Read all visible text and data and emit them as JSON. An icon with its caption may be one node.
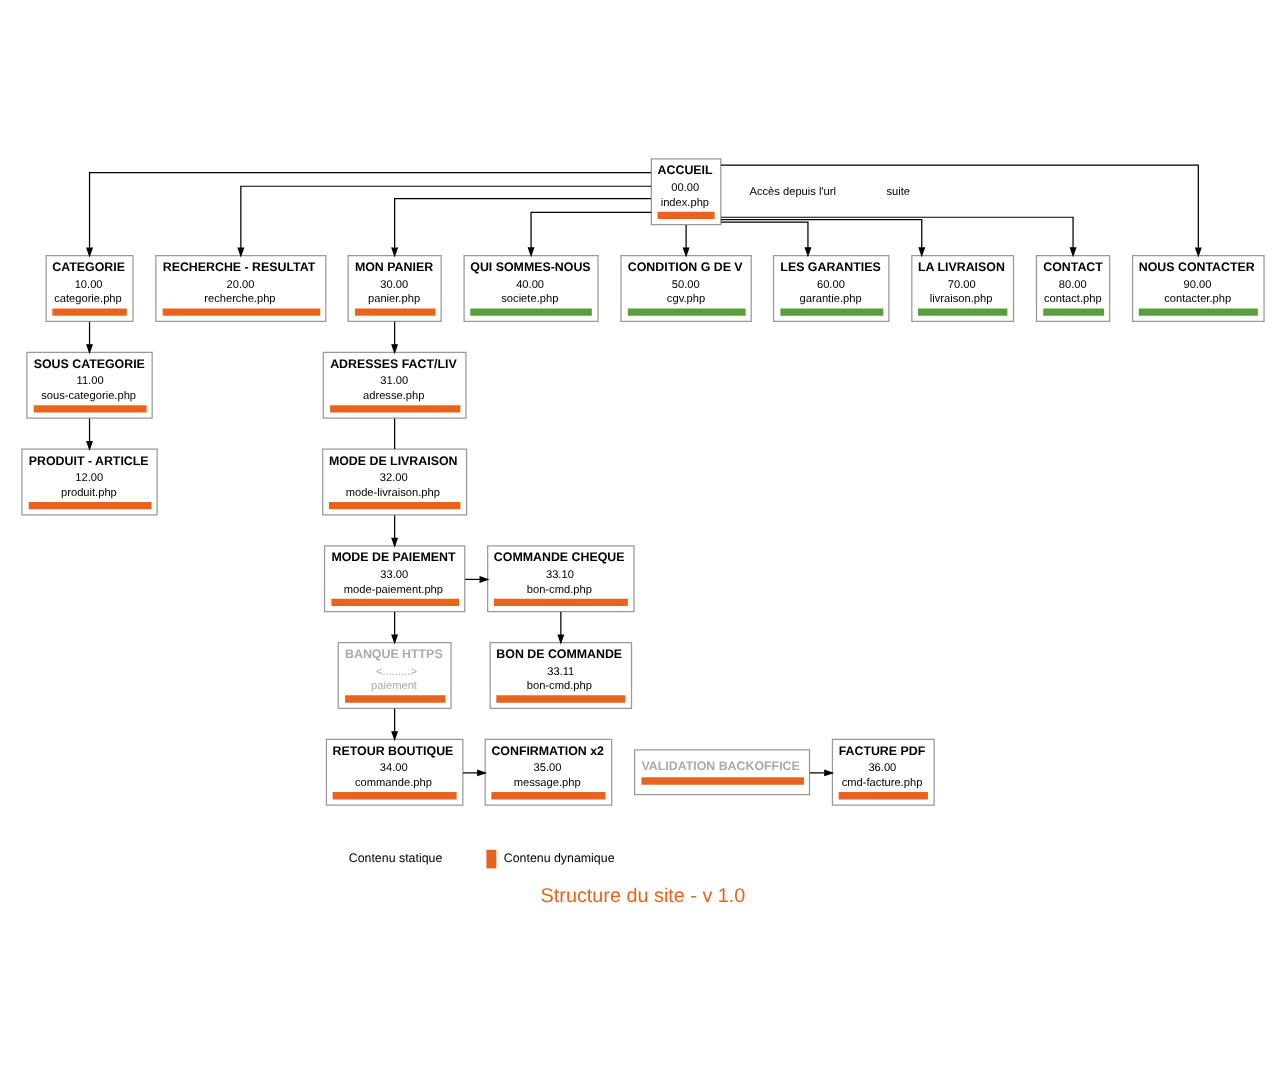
{
  "diagram": {
    "title": "Structure du site - v 1.0",
    "nodes": [
      {
        "text": [
          "ACCUEIL",
          "00.00",
          "index.php"
        ]
      },
      {
        "text": [
          "CATEGORIE",
          "10.00",
          "categorie.php"
        ]
      },
      {
        "text": [
          "RECHERCHE - RESULTAT",
          "20.00",
          "recherche.php"
        ]
      },
      {
        "text": [
          "MON PANIER",
          "30.00",
          "panier.php"
        ]
      },
      {
        "text": [
          "QUI SOMMES-NOUS",
          "40.00",
          "societe.php"
        ]
      },
      {
        "text": [
          "CONDITION G DE V",
          "50.00",
          "cgv.php"
        ]
      },
      {
        "text": [
          "LES GARANTIES",
          "60.00",
          "garantie.php"
        ]
      },
      {
        "text": [
          "LA LIVRAISON",
          "70.00",
          "livraison.php"
        ]
      },
      {
        "text": [
          "CONTACT",
          "80.00",
          "contact.php"
        ]
      },
      {
        "text": [
          "NOUS CONTACTER",
          "90.00",
          "contacter.php"
        ]
      },
      {
        "text": [
          "SOUS CATEGORIE",
          "11.00",
          "sous-categorie.php"
        ]
      },
      {
        "text": [
          "PRODUIT - ARTICLE",
          "12.00",
          "produit.php"
        ]
      },
      {
        "text": [
          "ADRESSES FACT/LIV",
          "31.00",
          "adresse.php"
        ]
      },
      {
        "text": [
          "MODE DE LIVRAISON",
          "32.00",
          "mode-livraison.php"
        ]
      },
      {
        "text": [
          "MODE DE PAIEMENT",
          "33.00",
          "mode-paiement.php"
        ]
      },
      {
        "text": [
          "COMMANDE CHEQUE",
          "33.10",
          "bon-cmd.php"
        ]
      },
      {
        "text": [
          "BON DE COMMANDE",
          "33.11",
          "bon-cmd.php"
        ]
      },
      {
        "text": [
          "BANQUE HTTPS",
          "<.........>",
          "paiement"
        ]
      },
      {
        "text": [
          "RETOUR BOUTIQUE",
          "34.00",
          "commande.php"
        ]
      },
      {
        "text": [
          "CONFIRMATION x2",
          "35.00",
          "message.php"
        ]
      },
      {
        "text": [
          "VALIDATION BACKOFFICE"
        ]
      },
      {
        "text": [
          "FACTURE PDF",
          "36.00",
          "cmd-facture.php"
        ]
      }
    ],
    "edges": [
      {
        "from": 0,
        "to": 1,
        "arrow": "to"
      },
      {
        "from": 0,
        "to": 2,
        "arrow": "to"
      },
      {
        "from": 0,
        "to": 3,
        "arrow": "to"
      },
      {
        "from": 0,
        "to": 4,
        "arrow": "to"
      },
      {
        "from": 0,
        "to": 5,
        "arrow": "to"
      },
      {
        "from": 0,
        "to": 6,
        "arrow": "to"
      },
      {
        "from": 0,
        "to": 7,
        "arrow": "to"
      },
      {
        "from": 0,
        "to": 8,
        "arrow": "to"
      },
      {
        "from": 0,
        "to": 9,
        "arrow": "to"
      },
      {
        "from": 1,
        "to": 10,
        "arrow": "to"
      },
      {
        "from": 10,
        "to": 11,
        "arrow": "to"
      },
      {
        "from": 3,
        "to": 12,
        "arrow": "to"
      },
      {
        "from": 12,
        "to": 13,
        "arrow": "none"
      },
      {
        "from": 13,
        "to": 14,
        "arrow": "to"
      },
      {
        "from": 14,
        "to": 15,
        "arrow": "to"
      },
      {
        "from": 15,
        "to": 16,
        "arrow": "to"
      },
      {
        "from": 14,
        "to": 17,
        "arrow": "to"
      },
      {
        "from": 17,
        "to": 18,
        "arrow": "to"
      },
      {
        "from": 18,
        "to": 19,
        "arrow": "to"
      },
      {
        "from": 20,
        "to": 21,
        "arrow": "to"
      }
    ],
    "labels": [
      "Accès depuis l'url",
      "suite"
    ],
    "legend": [
      {
        "text": "Contenu statique"
      },
      {
        "text": "Contenu dynamique",
        "color": "#e8641e"
      }
    ]
  }
}
